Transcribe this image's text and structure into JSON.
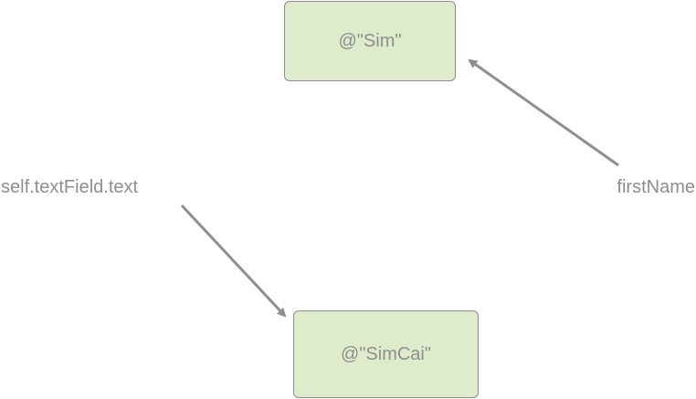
{
  "diagram": {
    "nodes": {
      "top": {
        "text": "@\"Sim\""
      },
      "bottom": {
        "text": "@\"SimCai\""
      }
    },
    "labels": {
      "left": "self.textField.text",
      "right": "firstName"
    },
    "colors": {
      "node_fill": "#dfeccb",
      "node_border": "#8c8c8c",
      "text": "#8e8e8e",
      "arrow": "#8e8e8e"
    }
  }
}
